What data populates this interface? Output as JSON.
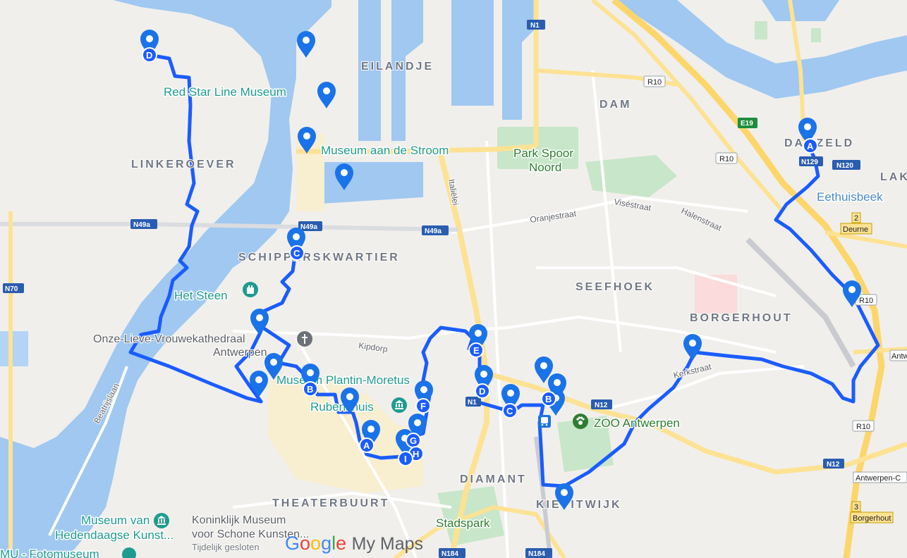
{
  "branding": {
    "google": "Google",
    "product": "My Maps"
  },
  "colors": {
    "water": "#a0c8f0",
    "route": "#1a5cff",
    "pin": "#1a73e8",
    "poi_text": "#1f9b8f"
  },
  "pois": {
    "red_star": "Red Star Line Museum",
    "mas": "Museum aan de Stroom",
    "park_spoor_1": "Park Spoor",
    "park_spoor_2": "Noord",
    "het_steen": "Het Steen",
    "cathedral_1": "Onze-Lieve-Vrouwekathedraal",
    "cathedral_2": "Antwerpen",
    "plantin": "Museum Plantin-Moretus",
    "rubens": "Rubenshuis",
    "zoo": "ZOO Antwerpen",
    "stadspark": "Stadspark",
    "eethuisbeek": "Eethuisbeek",
    "mhka_1": "Museum van",
    "mhka_2": "Hedendaagse Kunst...",
    "kmska_1": "Koninklijk Museum",
    "kmska_2": "voor Schone Kunsten...",
    "kmska_3": "Tijdelijk gesloten",
    "fomu": "MU - Fotomuseum"
  },
  "areas": {
    "eilandje": "EILANDJE",
    "dam": "DAM",
    "linkeroever": "LINKEROEVER",
    "schipperskwartier": "SCHIPPERSKWARTIER",
    "seefhoek": "SEEFHOEK",
    "borgerhout": "BORGERHOUT",
    "diamant": "DIAMANT",
    "theaterbuurt": "THEATERBUURT",
    "kievitwijk": "KIEVITWIJK",
    "deurne_district": "DAMZELD",
    "lak": "LAK"
  },
  "streets": {
    "italielei": "Italiëlei",
    "oranjestraat": "Oranjestraat",
    "visestraat": "Viséstraat",
    "halenstraat": "Halenstraat",
    "kipdorp": "Kipdorp",
    "kerkstraat": "Kerkstraat",
    "beatrijslaan": "Beatrijslaan"
  },
  "road_shields": {
    "n1": "N1",
    "r10_top": "R10",
    "e19": "E19",
    "r10_mid": "R10",
    "n129": "N129",
    "n120": "N120",
    "n49a_left": "N49a",
    "n49a_mid": "N49a",
    "n49a_right": "N49a",
    "n70": "N70",
    "r10_right": "R10",
    "antwerpen_east": "Antwerpen",
    "r10_low": "R10",
    "n12_center": "N12",
    "n12_right": "N12",
    "n184_a": "N184",
    "n184_b": "N184",
    "n1_small": "N1"
  },
  "exits": {
    "deurne_num": "2",
    "deurne": "Deurne",
    "borgerhout_num": "3",
    "borgerhout": "Borgerhout",
    "antwerpen_c": "Antwerpen-C"
  },
  "pins": [
    {
      "letter": "D"
    },
    {
      "letter": ""
    },
    {
      "letter": ""
    },
    {
      "letter": ""
    },
    {
      "letter": ""
    },
    {
      "letter": "C"
    },
    {
      "letter": ""
    },
    {
      "letter": ""
    },
    {
      "letter": ""
    },
    {
      "letter": "B"
    },
    {
      "letter": ""
    },
    {
      "letter": "A"
    },
    {
      "letter": "G"
    },
    {
      "letter": "H"
    },
    {
      "letter": "I"
    },
    {
      "letter": "F"
    },
    {
      "letter": "E"
    },
    {
      "letter": "D"
    },
    {
      "letter": "C"
    },
    {
      "letter": ""
    },
    {
      "letter": "B"
    },
    {
      "letter": ""
    },
    {
      "letter": ""
    },
    {
      "letter": "A"
    },
    {
      "letter": ""
    }
  ]
}
